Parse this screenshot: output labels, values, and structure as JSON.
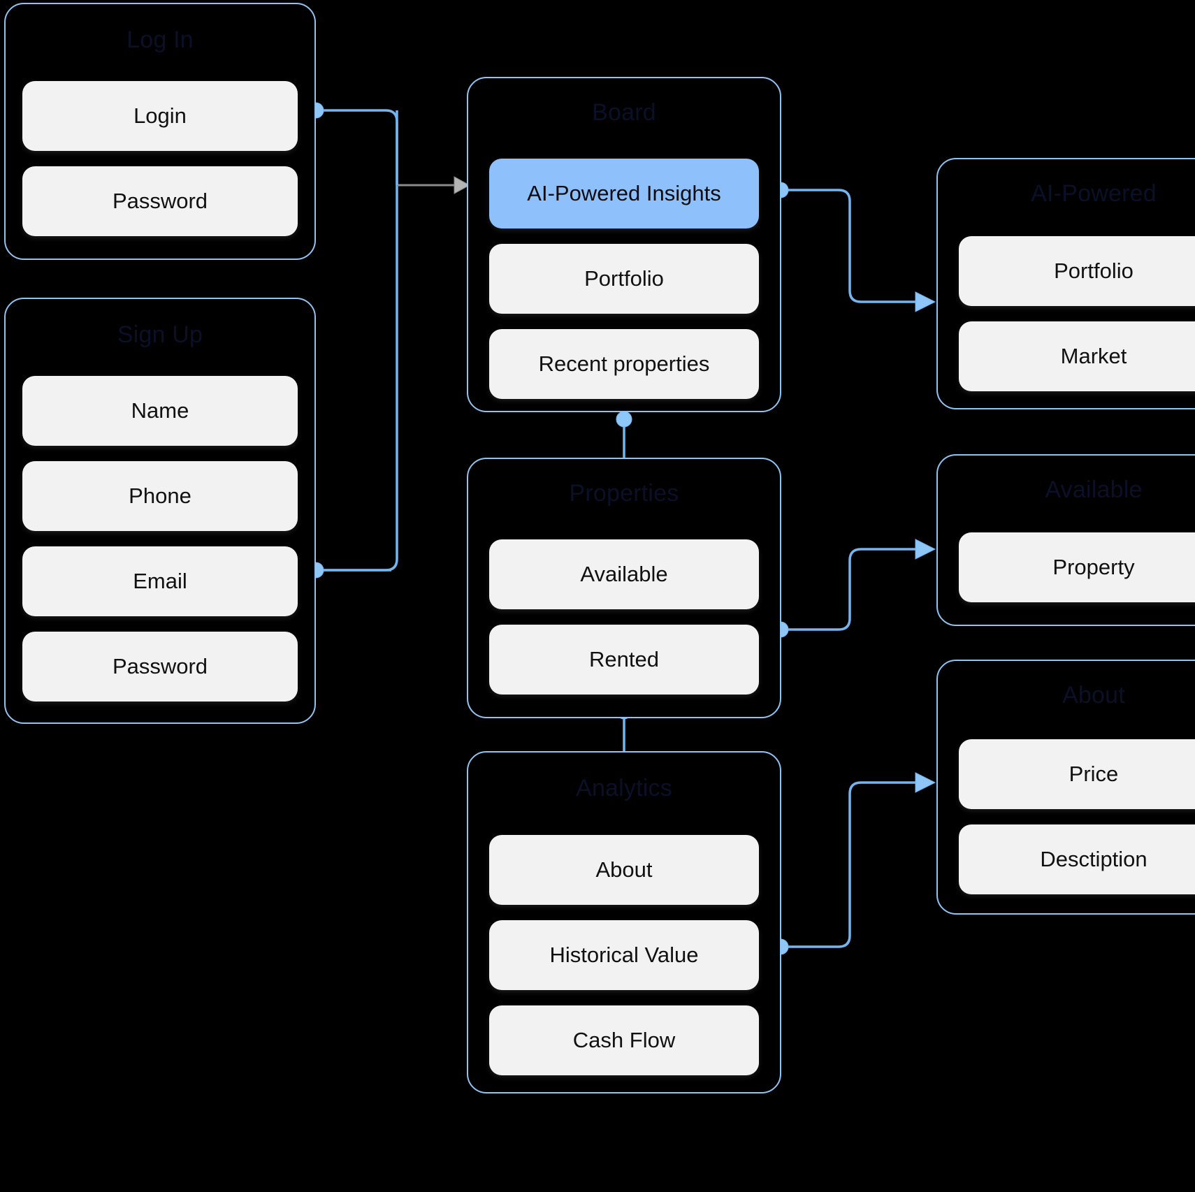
{
  "diagram": {
    "type": "user-flow-wireframe",
    "background_color": "#000000",
    "accent_color": "#75b4ef",
    "highlight_color": "#8ec0fb",
    "item_bg_color": "#f2f2f2",
    "title_color": "#0a1028"
  },
  "cards": [
    {
      "id": "login",
      "title": "Log In",
      "items": [
        {
          "label": "Login",
          "highlight": false
        },
        {
          "label": "Password",
          "highlight": false
        }
      ]
    },
    {
      "id": "signup",
      "title": "Sign Up",
      "items": [
        {
          "label": "Name",
          "highlight": false
        },
        {
          "label": "Phone",
          "highlight": false
        },
        {
          "label": "Email",
          "highlight": false
        },
        {
          "label": "Password",
          "highlight": false
        }
      ]
    },
    {
      "id": "board",
      "title": "Board",
      "items": [
        {
          "label": "AI-Powered Insights",
          "highlight": true
        },
        {
          "label": "Portfolio",
          "highlight": false
        },
        {
          "label": "Recent properties",
          "highlight": false
        }
      ]
    },
    {
      "id": "properties",
      "title": "Properties",
      "items": [
        {
          "label": "Available",
          "highlight": false
        },
        {
          "label": "Rented",
          "highlight": false
        }
      ]
    },
    {
      "id": "analytics",
      "title": "Analytics",
      "items": [
        {
          "label": "About",
          "highlight": false
        },
        {
          "label": "Historical Value",
          "highlight": false
        },
        {
          "label": "Cash Flow",
          "highlight": false
        }
      ]
    },
    {
      "id": "ai-powered",
      "title": "AI-Powered",
      "items": [
        {
          "label": "Portfolio",
          "highlight": false
        },
        {
          "label": "Market",
          "highlight": false
        }
      ]
    },
    {
      "id": "available",
      "title": "Available",
      "items": [
        {
          "label": "Property",
          "highlight": false
        }
      ]
    },
    {
      "id": "about",
      "title": "About",
      "items": [
        {
          "label": "Price",
          "highlight": false
        },
        {
          "label": "Desctiption",
          "highlight": false
        }
      ]
    }
  ],
  "connections": [
    {
      "from": "login",
      "to": "board"
    },
    {
      "from": "signup",
      "to": "board"
    },
    {
      "from": "board",
      "to": "ai-powered"
    },
    {
      "from": "board",
      "to": "properties"
    },
    {
      "from": "properties",
      "to": "available"
    },
    {
      "from": "properties",
      "to": "analytics"
    },
    {
      "from": "analytics",
      "to": "about"
    }
  ]
}
